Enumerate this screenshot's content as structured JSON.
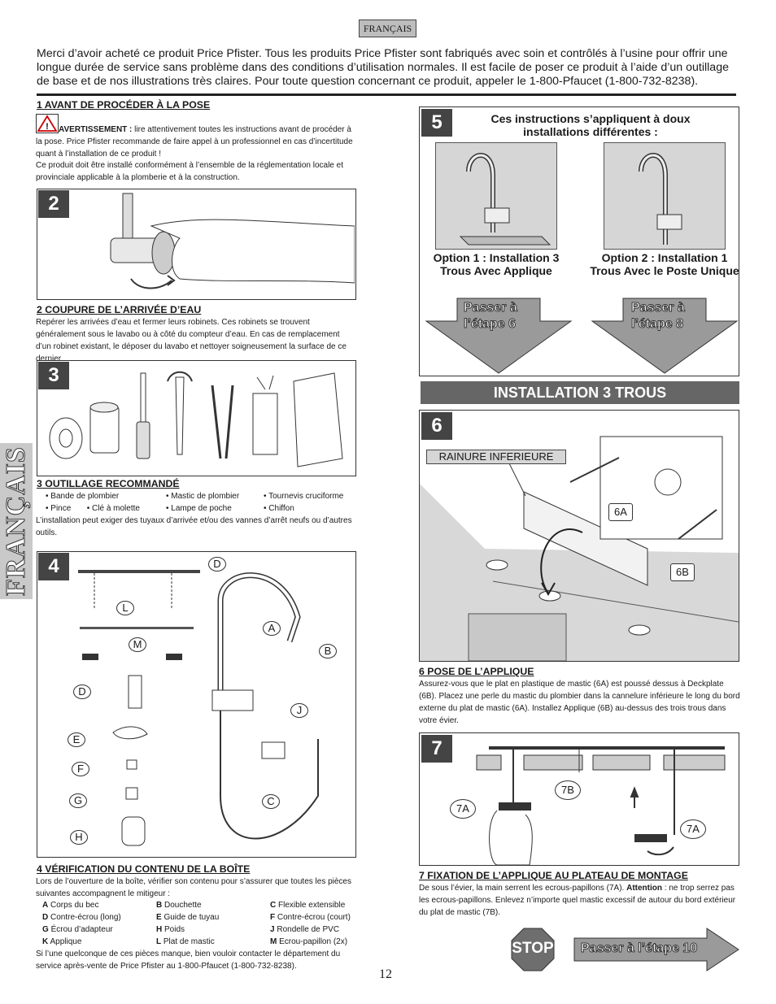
{
  "lang_tag": "FRANÇAIS",
  "intro": "Merci d’avoir acheté ce produit Price Pfister. Tous les produits Price Pfister sont fabriqués avec soin et contrôlés à l’usine pour offrir une longue durée de service sans problème dans des conditions d’utilisation normales. Il est facile de poser ce produit à l’aide d’un outillage de base et de nos illustrations très claires. Pour toute question concernant ce produit, appeler le 1-800-Pfaucet (1-800-732-8238).",
  "side_tab": "FRANÇAIS",
  "s1": {
    "title": "1  AVANT DE PROCÉDER À LA POSE",
    "warning_label": "AVERTISSEMENT :",
    "warning_text": " lire attentivement toutes les instructions avant de procéder à la pose. Price Pfister recommande de faire appel à un professionnel en cas d’incertitude quant à l’installation de ce produit !",
    "note": "Ce produit doit être installé conformément à l’ensemble de la réglementation locale et provinciale applicable à la plomberie et à la construction."
  },
  "s2": {
    "badge": "2",
    "title": "2  COUPURE DE L’ARRIVÉE D’EAU",
    "text": "Repérer les arrivées d’eau et fermer leurs robinets. Ces robinets se trouvent généralement sous le lavabo ou à côté du compteur d’eau. En cas de remplacement d’un robinet existant, le déposer du lavabo et nettoyer soigneusement la surface de ce dernier."
  },
  "s3": {
    "badge": "3",
    "title": "3  OUTILLAGE RECOMMANDÉ",
    "tools": [
      "• Bande de plombier",
      "• Mastic de plombier",
      "• Tournevis  cruciforme",
      "• Pince",
      "• Clé à molette",
      "• Lampe de poche",
      "• Chiffon"
    ],
    "text": "L’installation peut exiger des tuyaux d’arrivée et/ou des vannes d’arrêt neufs ou d’autres outils."
  },
  "s4": {
    "badge": "4",
    "title": "4  VÉRIFICATION DU CONTENU DE LA BOÎTE",
    "text": "Lors de l’ouverture de la boîte, vérifier son contenu pour s’assurer que toutes les pièces suivantes accompagnent le mitigeur :",
    "parts": [
      {
        "k": "A",
        "v": "Corps du bec"
      },
      {
        "k": "B",
        "v": "Douchette"
      },
      {
        "k": "C",
        "v": "Flexible extensible"
      },
      {
        "k": "D",
        "v": "Contre-écrou (long)"
      },
      {
        "k": "E",
        "v": "Guide de tuyau"
      },
      {
        "k": "F",
        "v": "Contre-écrou (court)"
      },
      {
        "k": "G",
        "v": "Écrou d’adapteur"
      },
      {
        "k": "H",
        "v": "Poids"
      },
      {
        "k": "J",
        "v": "Rondelle de PVC"
      },
      {
        "k": "K",
        "v": "Applique"
      },
      {
        "k": "L",
        "v": "Plat de mastic"
      },
      {
        "k": "M",
        "v": "Ecrou-papillon (2x)"
      }
    ],
    "footer": "Si l’une quelconque de ces pièces manque, bien vouloir contacter le département du service après-vente de Price Pfister au 1-800-Pfaucet (1-800-732-8238).",
    "labels": [
      "D",
      "L",
      "M",
      "D",
      "E",
      "F",
      "G",
      "H",
      "A",
      "B",
      "J",
      "C"
    ]
  },
  "s5": {
    "badge": "5",
    "title": "Ces instructions s’appliquent à doux installations différentes :",
    "opt1": "Option 1 : Installation 3 Trous Avec Applique",
    "opt2": "Option 2 : Installation 1 Trous Avec le Poste Unique",
    "go1": "Passer à l’étape 6",
    "go2": "Passer à l’étape 8"
  },
  "banner": "INSTALLATION 3 TROUS",
  "s6": {
    "badge": "6",
    "rainure": "RAINURE INFERIEURE",
    "l6a": "6A",
    "l6b": "6B",
    "title": "6  POSE DE L’APPLIQUE",
    "text": "Assurez-vous que le plat en plastique de mastic (6A) est poussé dessus à Deckplate (6B). Placez une perle du mastic du plombier dans la cannelure inférieure le long du bord externe du plat de mastic (6A). Installez Applique (6B) au-dessus des trois trous dans votre évier."
  },
  "s7": {
    "badge": "7",
    "l7b": "7B",
    "l7a1": "7A",
    "l7a2": "7A",
    "title": "7  FIXATION DE L’APPLIQUE AU PLATEAU DE MONTAGE",
    "text1": "De sous l’évier, la main serrent les ecrous-papillons (7A). ",
    "attention": "Attention",
    "text2": " : ne trop serrez pas les ecrous-papillons. Enlevez n’importe quel mastic excessif de autour du bord extérieur du plat de mastic (7B)."
  },
  "stop": "STOP",
  "next": "Passer à l’étape 10",
  "page": "12",
  "colors": {
    "dark": "#444444",
    "grey": "#666666",
    "arrow": "#9a9a9a",
    "stop": "#6e6e6e"
  }
}
